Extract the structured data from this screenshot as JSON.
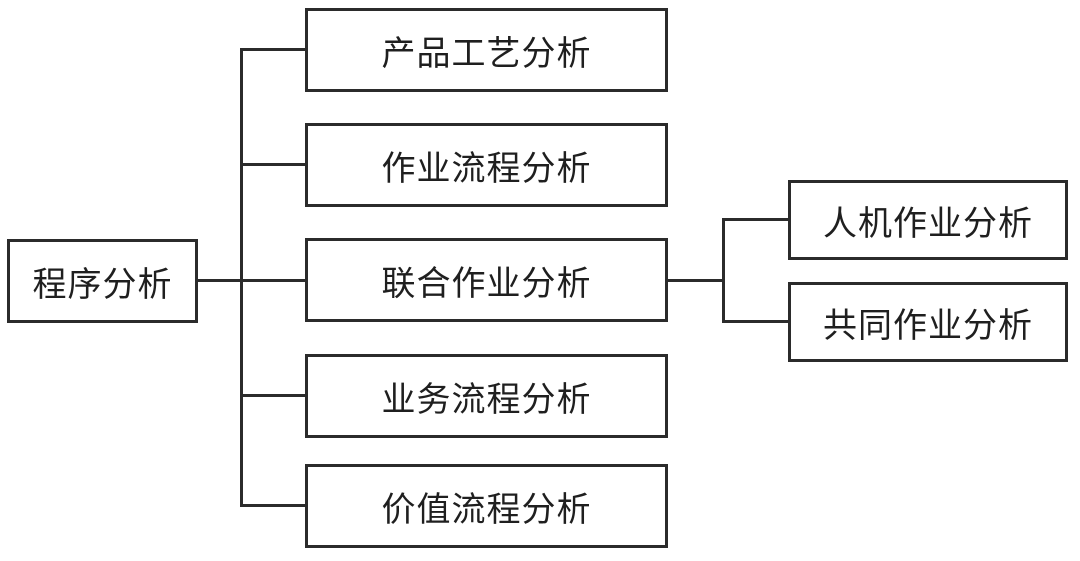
{
  "diagram": {
    "type": "tree",
    "root": {
      "label": "程序分析"
    },
    "level2": [
      {
        "label": "产品工艺分析"
      },
      {
        "label": "作业流程分析"
      },
      {
        "label": "联合作业分析"
      },
      {
        "label": "业务流程分析"
      },
      {
        "label": "价值流程分析"
      }
    ],
    "level3_parent": "联合作业分析",
    "level3": [
      {
        "label": "人机作业分析"
      },
      {
        "label": "共同作业分析"
      }
    ],
    "colors": {
      "line": "#2b2b2b",
      "background": "#ffffff",
      "text": "#1f1f1f"
    }
  }
}
